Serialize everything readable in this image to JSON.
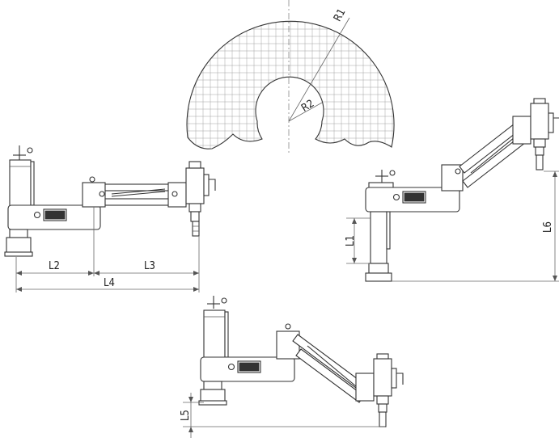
{
  "work_area": {
    "radius_outer_label": "R1",
    "radius_inner_label": "R2"
  },
  "dimensions": {
    "l1": "L1",
    "l2": "L2",
    "l3": "L3",
    "l4": "L4",
    "l5": "L5",
    "l6": "L6"
  }
}
